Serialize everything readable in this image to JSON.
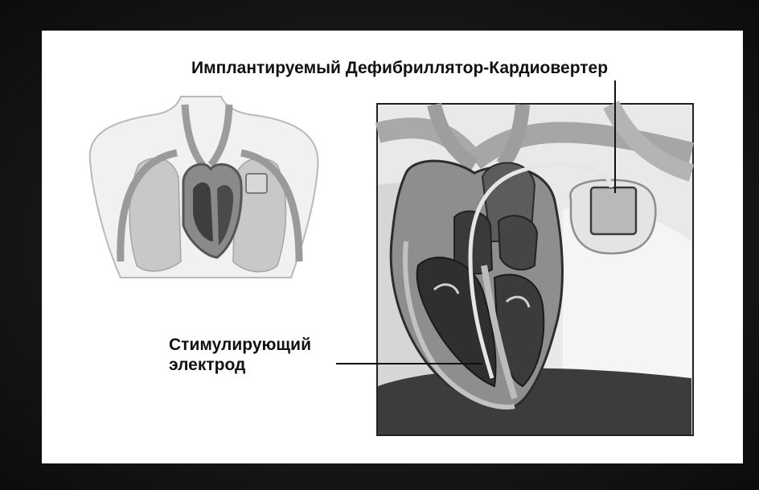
{
  "labels": {
    "icd": "Имплантируемый Дефибриллятор-Кардиовертер",
    "electrode_line1": "Стимулирующий",
    "electrode_line2": "электрод"
  }
}
